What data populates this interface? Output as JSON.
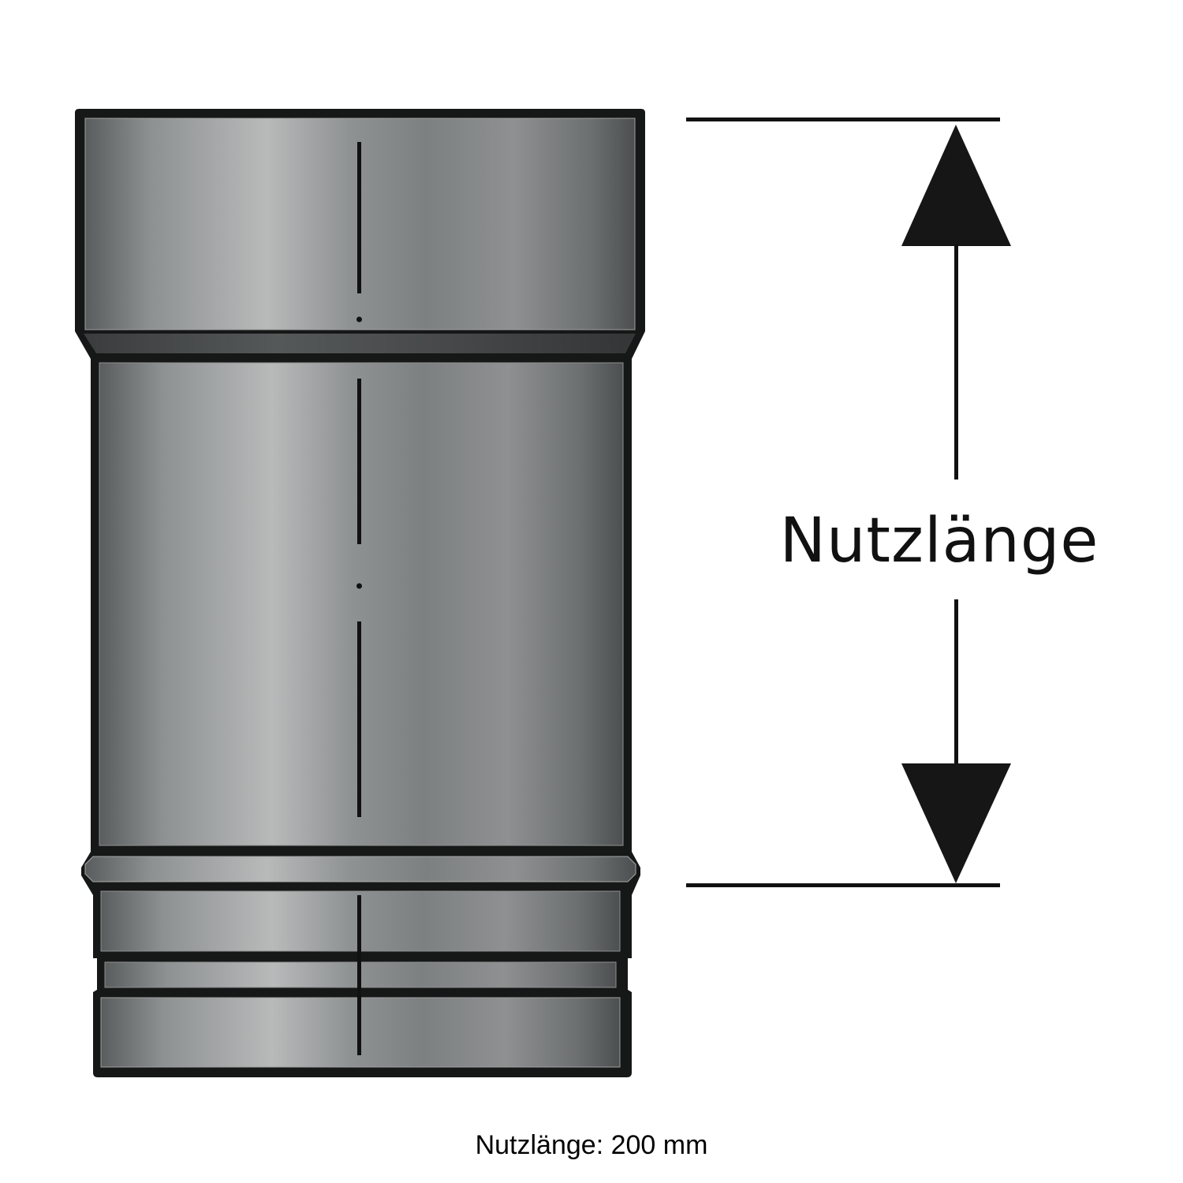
{
  "diagram": {
    "subject": "stovepipe-section",
    "dimension": {
      "label": "Nutzlänge",
      "arrow_up_icon": "arrow-up-icon",
      "arrow_down_icon": "arrow-down-icon"
    },
    "caption": "Nutzlänge: 200 mm",
    "colors": {
      "pipe_outline": "#141414",
      "pipe_light": "#b4b6b6",
      "pipe_mid": "#8a8d8d",
      "pipe_dark": "#4c4f50",
      "collar_dark": "#2b2d2e",
      "dimension_line": "#111111",
      "background": "#ffffff"
    }
  }
}
